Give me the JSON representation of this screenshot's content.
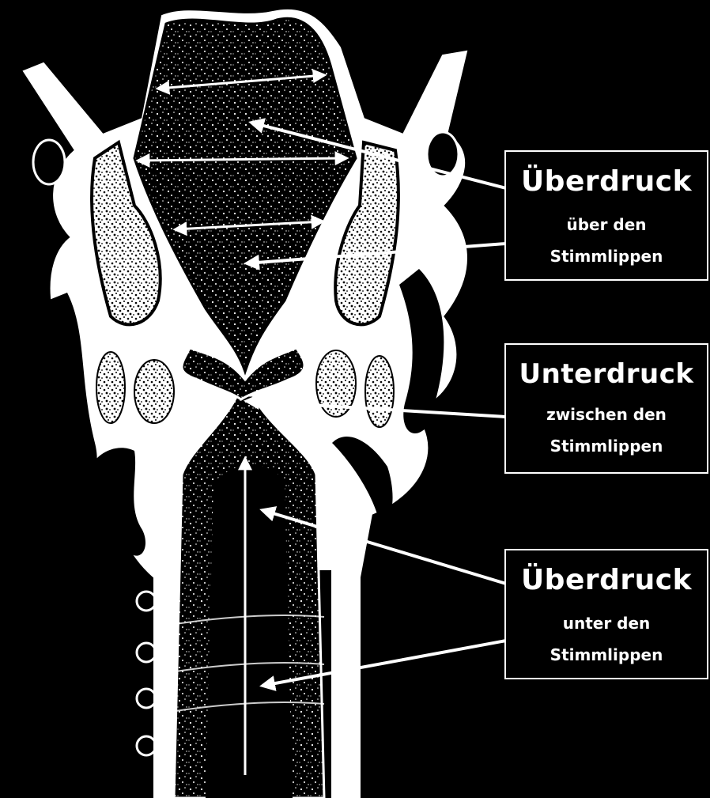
{
  "labels": [
    {
      "head": "Überdruck",
      "line1": "über den",
      "line2": "Stimmlippen"
    },
    {
      "head": "Unterdruck",
      "line1": "zwischen den",
      "line2": "Stimmlippen"
    },
    {
      "head": "Überdruck",
      "line1": "unter den",
      "line2": "Stimmlippen"
    }
  ],
  "colors": {
    "background": "#000000",
    "foreground": "#ffffff"
  }
}
